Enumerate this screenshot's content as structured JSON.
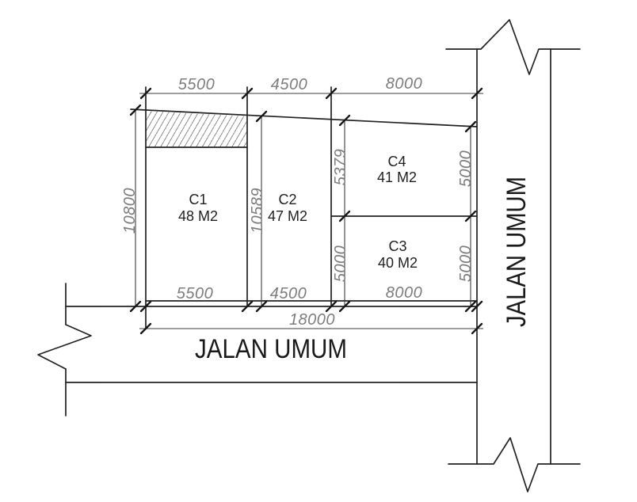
{
  "drawing": {
    "type_label": "site-plan",
    "roads": {
      "bottom_label": "JALAN UMUM",
      "right_label": "JALAN UMUM"
    },
    "plots": [
      {
        "id": "C1",
        "area": "48 M2"
      },
      {
        "id": "C2",
        "area": "47 M2"
      },
      {
        "id": "C3",
        "area": "40 M2"
      },
      {
        "id": "C4",
        "area": "41 M2"
      }
    ],
    "dimensions": {
      "top": [
        "5500",
        "4500",
        "8000"
      ],
      "bottom": [
        "5500",
        "4500",
        "8000"
      ],
      "overall_width": "18000",
      "left_depth": "10800",
      "middle_depth": "10589",
      "c4_left_depth": "5379",
      "c3_left_depth": "5000",
      "c4_right_depth": "5000",
      "c3_right_depth": "5000"
    },
    "colors": {
      "line": "#222222",
      "dim_line": "#3c3c3c",
      "dim_text": "#7d7d7d",
      "label_text": "#1f1f1f",
      "hatch": "#8f8f8f",
      "background": "#ffffff"
    }
  }
}
